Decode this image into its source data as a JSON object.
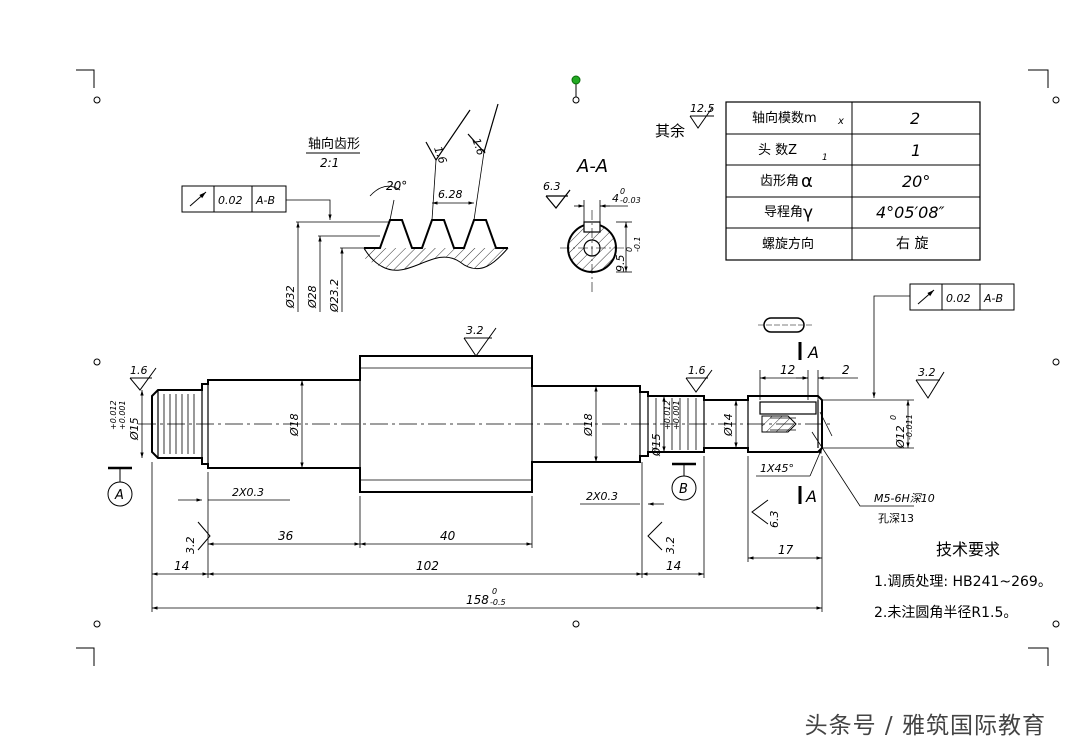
{
  "colors": {
    "ink": "#000000",
    "handle": "#22aa22",
    "watermark": "#444444"
  },
  "watermark": "头条号 / 雅筑国际教育",
  "tooth_profile": {
    "title": "轴向齿形",
    "scale": "2:1",
    "angle": "20°",
    "pitch": "6.28",
    "rough_a": "1.6",
    "rough_b": "1.6",
    "dia_32": "Ø32",
    "dia_28": "Ø28",
    "dia_23": "Ø23.2",
    "tol_value": "0.02",
    "tol_datum": "A-B"
  },
  "section": {
    "title": "A-A",
    "rough": "6.3",
    "key_width": "4",
    "key_width_tol_up": "0",
    "key_width_tol_lo": "-0.03",
    "depth": "9.5",
    "depth_tol_up": "0",
    "depth_tol_lo": "-0.1"
  },
  "parameter_table": {
    "other_label": "其余",
    "other_rough": "12.5",
    "rows": [
      {
        "label": "轴向模数m",
        "sym": "x",
        "value": "2"
      },
      {
        "label": "头    数Z",
        "sym": "1",
        "value": "1"
      },
      {
        "label": "齿形角",
        "sym": "α",
        "value": "20°"
      },
      {
        "label": "导程角",
        "sym": "γ",
        "value": "4°05′08″"
      },
      {
        "label": "螺旋方向",
        "sym": "",
        "value": "右    旋"
      }
    ]
  },
  "main_view": {
    "rough_left": "1.6",
    "rough_center": "3.2",
    "rough_mid": "1.6",
    "rough_right": "3.2",
    "rough_bottom_left": "3.2",
    "rough_bottom_mid": "3.2",
    "rough_bottom_right": "6.3",
    "d15_left": "Ø15",
    "d15_left_up": "+0.012",
    "d15_left_lo": "+0.001",
    "d18_left": "Ø18",
    "d18_right": "Ø18",
    "d15_right": "Ø15",
    "d15_right_up": "+0.012",
    "d15_right_lo": "+0.001",
    "d14": "Ø14",
    "d12": "Ø12",
    "d12_up": "0",
    "d12_lo": "-0.011",
    "chamfer_left": "2X0.3",
    "chamfer_right": "2X0.3",
    "chamfer_end": "1X45°",
    "thread": "M5-6H深10",
    "hole": "孔深13",
    "len_36": "36",
    "len_40": "40",
    "len_14a": "14",
    "len_102": "102",
    "len_14b": "14",
    "len_158": "158",
    "len_158_up": "0",
    "len_158_lo": "-0.5",
    "len_12": "12",
    "len_2": "2",
    "len_17": "17",
    "datum_a": "A",
    "datum_b": "B",
    "cut_a": "A",
    "cut_b": "A",
    "tol_value": "0.02",
    "tol_datum": "A-B"
  },
  "notes": {
    "title": "技术要求",
    "items": [
      "1.调质处理: HB241~269。",
      "2.未注圆角半径R1.5。"
    ]
  }
}
